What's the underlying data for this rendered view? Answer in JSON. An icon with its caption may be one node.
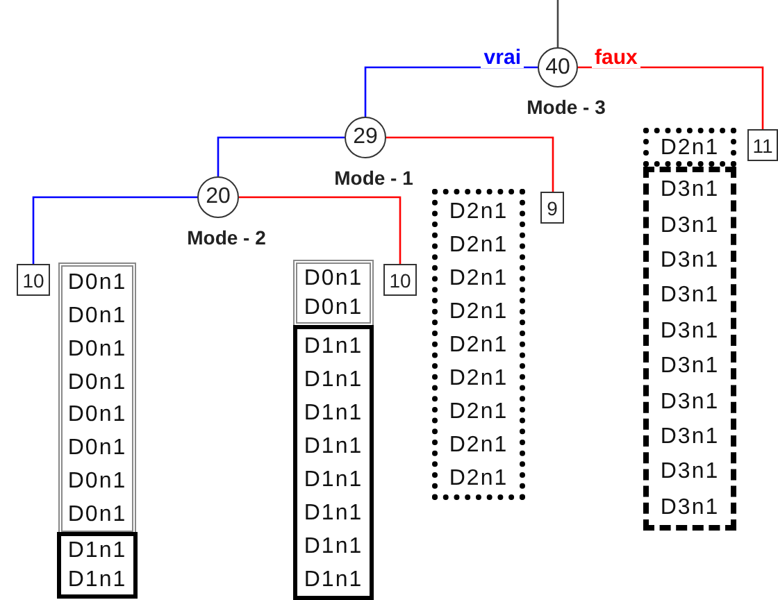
{
  "diagram": {
    "nodes": [
      {
        "text": [
          "40"
        ],
        "beside": [
          "Mode - 3"
        ]
      },
      {
        "text": [
          "29"
        ],
        "beside": [
          "Mode - 1"
        ]
      },
      {
        "text": [
          "20"
        ],
        "beside": [
          "Mode - 2"
        ]
      },
      {
        "text": [
          "10"
        ]
      },
      {
        "text": [
          "10"
        ]
      },
      {
        "text": [
          "9"
        ]
      },
      {
        "text": [
          "11"
        ]
      },
      {
        "text": [
          "D0n1",
          "D0n1",
          "D0n1",
          "D0n1",
          "D0n1",
          "D0n1",
          "D0n1",
          "D0n1"
        ]
      },
      {
        "text": [
          "D1n1",
          "D1n1"
        ]
      },
      {
        "text": [
          "D0n1",
          "D0n1"
        ]
      },
      {
        "text": [
          "D1n1",
          "D1n1",
          "D1n1",
          "D1n1",
          "D1n1",
          "D1n1",
          "D1n1",
          "D1n1"
        ]
      },
      {
        "text": [
          "D2n1",
          "D2n1",
          "D2n1",
          "D2n1",
          "D2n1",
          "D2n1",
          "D2n1",
          "D2n1",
          "D2n1"
        ]
      },
      {
        "text": [
          "D2n1"
        ]
      },
      {
        "text": [
          "D3n1",
          "D3n1",
          "D3n1",
          "D3n1",
          "D3n1",
          "D3n1",
          "D3n1",
          "D3n1",
          "D3n1",
          "D3n1"
        ]
      }
    ],
    "edges": [
      {
        "from": null,
        "to": 0,
        "arrow": "none",
        "color": "#444444"
      },
      {
        "from": 0,
        "to": 1,
        "arrow": "none",
        "label": "vrai",
        "color": "#0000ff"
      },
      {
        "from": 0,
        "to": 6,
        "arrow": "none",
        "label": "faux",
        "color": "#ff0000"
      },
      {
        "from": 1,
        "to": 2,
        "arrow": "none",
        "color": "#0000ff"
      },
      {
        "from": 1,
        "to": 5,
        "arrow": "none",
        "color": "#ff0000"
      },
      {
        "from": 2,
        "to": 3,
        "arrow": "none",
        "color": "#0000ff"
      },
      {
        "from": 2,
        "to": 4,
        "arrow": "none",
        "color": "#ff0000"
      }
    ]
  }
}
